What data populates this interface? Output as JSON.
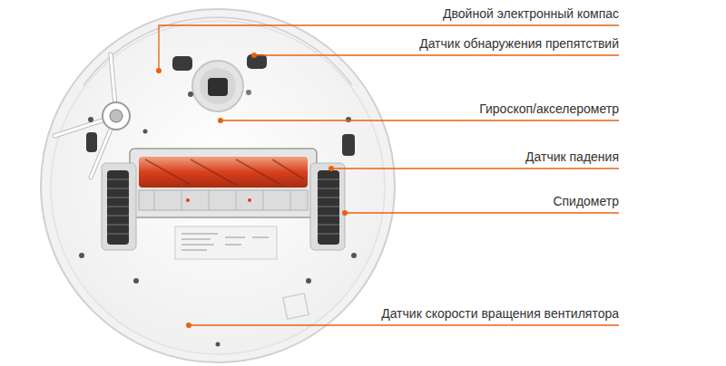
{
  "diagram": {
    "labels": [
      "Двойной электронный компас",
      "Датчик обнаружения препятствий",
      "Гироскоп/акселерометр",
      "Датчик падения",
      "Спидометр",
      "Датчик скорости вращения вентилятора"
    ]
  }
}
